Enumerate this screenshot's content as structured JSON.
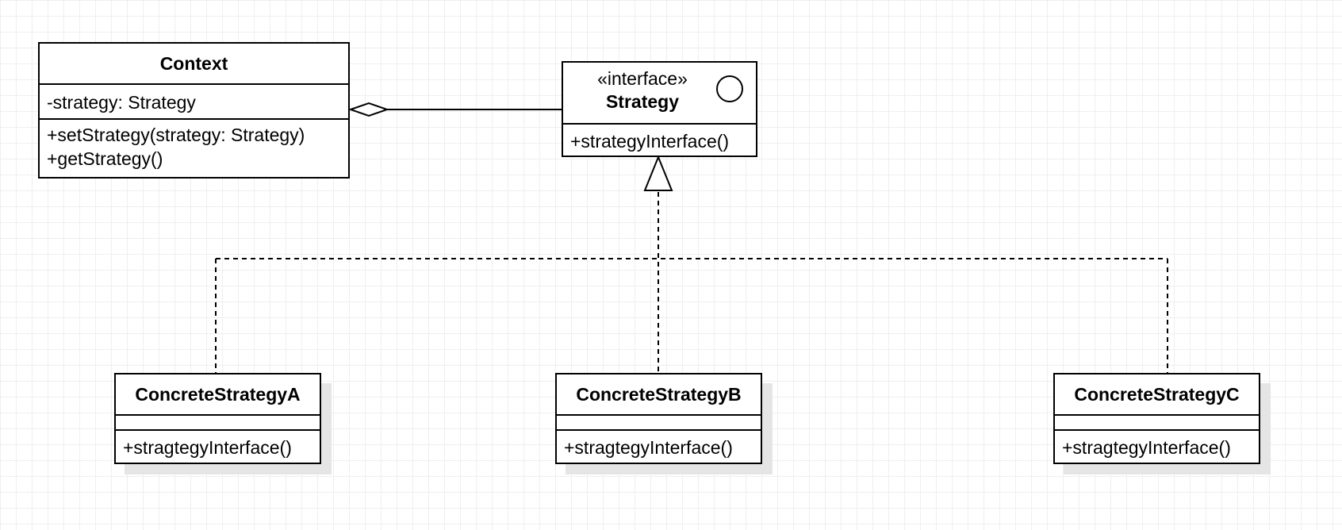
{
  "context": {
    "name": "Context",
    "attributes": [
      "-strategy: Strategy"
    ],
    "methods": [
      "+setStrategy(strategy: Strategy)",
      "+getStrategy()"
    ]
  },
  "strategy": {
    "stereotype": "«interface»",
    "name": "Strategy",
    "methods": [
      "+strategyInterface()"
    ]
  },
  "concrete": [
    {
      "name": "ConcreteStrategyA",
      "method": "+stragtegyInterface()"
    },
    {
      "name": "ConcreteStrategyB",
      "method": "+stragtegyInterface()"
    },
    {
      "name": "ConcreteStrategyC",
      "method": "+stragtegyInterface()"
    }
  ],
  "relations": [
    {
      "from": "Context",
      "to": "Strategy",
      "kind": "aggregation"
    },
    {
      "from": "ConcreteStrategyA",
      "to": "Strategy",
      "kind": "realization"
    },
    {
      "from": "ConcreteStrategyB",
      "to": "Strategy",
      "kind": "realization"
    },
    {
      "from": "ConcreteStrategyC",
      "to": "Strategy",
      "kind": "realization"
    }
  ]
}
